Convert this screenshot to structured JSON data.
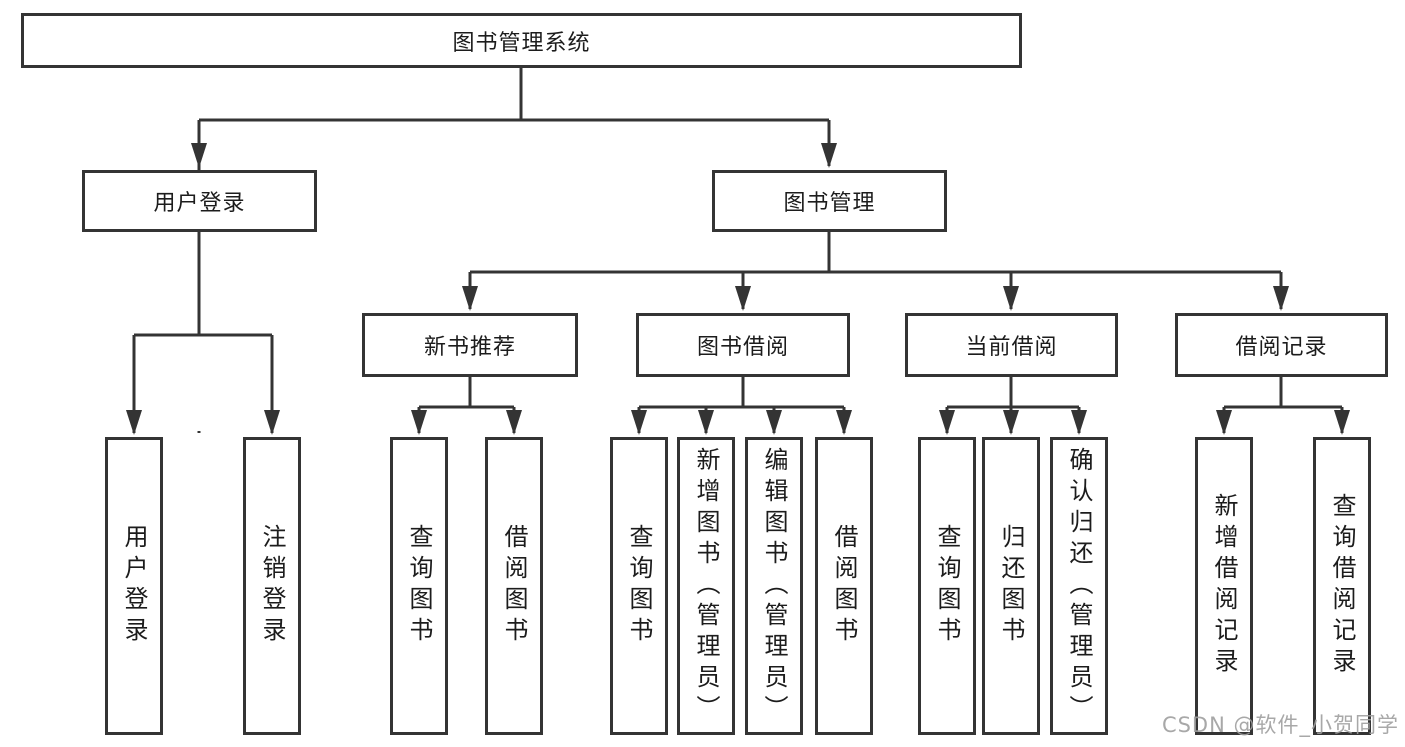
{
  "diagram": {
    "title": "图书管理系统",
    "level1": {
      "user_login": "用户登录",
      "book_mgmt": "图书管理"
    },
    "level2": {
      "new_book_rec": "新书推荐",
      "book_borrow": "图书借阅",
      "current_borrow": "当前借阅",
      "borrow_records": "借阅记录"
    },
    "leaves": {
      "user_login_children": [
        "用户登录",
        "注销登录"
      ],
      "new_book_rec_children": [
        "查询图书",
        "借阅图书"
      ],
      "book_borrow_children": [
        "查询图书",
        "新增图书（管理员）",
        "编辑图书（管理员）",
        "借阅图书"
      ],
      "current_borrow_children": [
        "查询图书",
        "归还图书",
        "确认归还（管理员）"
      ],
      "borrow_records_children": [
        "新增借阅记录",
        "查询借阅记录"
      ]
    },
    "watermark": "CSDN @软件_小贺同学",
    "colors": {
      "line": "#343434",
      "text": "#1c1c1c",
      "watermark": "#9e9e9e",
      "background": "#ffffff"
    }
  }
}
